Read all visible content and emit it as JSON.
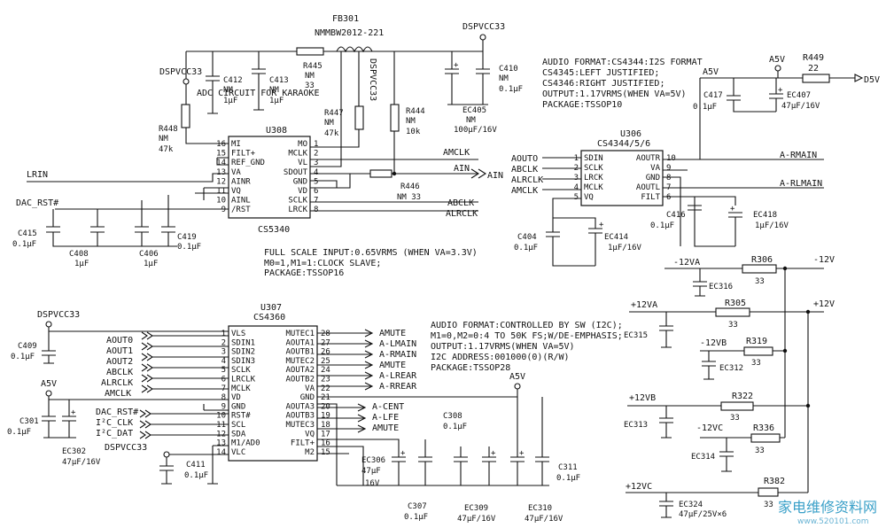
{
  "labels": {
    "fb301": "FB301",
    "fb301_val": "NMMBW2012-221",
    "dspvcc33": "DSPVCC33",
    "dspvcc33_vert": "DSPVCC33",
    "adc_title": "ADC CIRCUIT FOR KARAOKE",
    "c412": "C412",
    "c412_nm": "NM",
    "c412_v": "1μF",
    "c413": "C413",
    "c413_nm": "NM",
    "c413_v": "1μF",
    "r445": "R445",
    "r445_nm": "NM",
    "r445_v": "33",
    "r448": "R448",
    "r448_nm": "NM",
    "r448_v": "47k",
    "r447": "R447",
    "r447_nm": "NM",
    "r447_v": "47k",
    "r444": "R444",
    "r444_nm": "NM",
    "r444_v": "10k",
    "c410": "C410",
    "c410_nm": "NM",
    "c410_v": "0.1μF",
    "ec405": "EC405",
    "ec405_nm": "NM",
    "ec405_v": "100μF/16V",
    "u308": "U308",
    "u308_part": "CS5340",
    "lrin": "LRIN",
    "dac_rst": "DAC_RST#",
    "amclk": "AMCLK",
    "ain": "AIN",
    "abclk": "ABCLK",
    "alrclk": "ALRCLK",
    "r446": "R446",
    "r446_v": "NM 33",
    "c415": "C415",
    "c415_v": "0.1μF",
    "c408": "C408",
    "c408_v": "1μF",
    "c406": "C406",
    "c406_v": "1μF",
    "c419": "C419",
    "c419_v": "0.1μF",
    "note_fs1": "FULL SCALE INPUT:0.65VRMS (WHEN VA=3.3V)",
    "note_fs2": "M0=1,M1=1:CLOCK SLAVE;",
    "note_fs3": "PACKAGE:TSSOP16",
    "af_1": "AUDIO FORMAT:CS4344:I2S FORMAT",
    "af_2": "CS4345:LEFT JUSTIFIED;",
    "af_3": "CS4346:RIGHT JUSTIFIED;",
    "af_4": "OUTPUT:1.17VRMS(WHEN VA=5V)",
    "af_5": "PACKAGE:TSSOP10",
    "a5v": "A5V",
    "r449": "R449",
    "r449_v": "22",
    "d5v": "D5V",
    "c417": "C417",
    "c417_v": "0.1μF",
    "ec407": "EC407",
    "ec407_v": "47μF/16V",
    "u306": "U306",
    "u306_part": "CS4344/5/6",
    "aouto": "AOUTO",
    "a_rmain": "A-RMAIN",
    "a_rlmain": "A-RLMAIN",
    "c416": "C416",
    "c416_v": "0.1μF",
    "ec418": "EC418",
    "ec418_v": "1μF/16V",
    "c404": "C404",
    "c404_v": "0.1μF",
    "ec414": "EC414",
    "ec414_v": "1μF/16V",
    "m12va": "-12VA",
    "r306": "R306",
    "r306_v": "33",
    "m12v": "-12V",
    "ec316": "EC316",
    "p12va": "+12VA",
    "r305": "R305",
    "r305_v": "33",
    "p12v": "+12V",
    "ec315": "EC315",
    "m12vb": "-12VB",
    "r319": "R319",
    "r319_v": "33",
    "ec312": "EC312",
    "p12vb": "+12VB",
    "r322": "R322",
    "r322_v": "33",
    "ec313": "EC313",
    "m12vc": "-12VC",
    "r336": "R336",
    "r336_v": "33",
    "ec314": "EC314",
    "p12vc": "+12VC",
    "r382": "R382",
    "r382_v": "33",
    "ec324": "EC324",
    "ec324_v": "47μF/25V×6",
    "u307": "U307",
    "u307_part": "CS4360",
    "c409": "C409",
    "c409_v": "0.1μF",
    "c301": "C301",
    "c301_v": "0.1μF",
    "ec302": "EC302",
    "ec302_v": "47μF/16V",
    "c411": "C411",
    "c411_v": "0.1μF",
    "in_aout0": "AOUT0",
    "in_aout1": "AOUT1",
    "in_aout2": "AOUT2",
    "in_abclk": "ABCLK",
    "in_alrclk": "ALRCLK",
    "in_amclk": "AMCLK",
    "in_dac_rst": "DAC_RST#",
    "in_i2c_clk": "I²C_CLK",
    "in_i2c_dat": "I²C_DAT",
    "out_amute1": "AMUTE",
    "out_a_lmain": "A-LMAIN",
    "out_a_rmain": "A-RMAIN",
    "out_amute2": "AMUTE",
    "out_a_lrear": "A-LREAR",
    "out_a_rrear": "A-RREAR",
    "out_a_cent": "A-CENT",
    "out_a_lfe": "A-LFE",
    "out_amute3": "AMUTE",
    "af2_1": "AUDIO FORMAT:CONTROLLED BY SW (I2C);",
    "af2_2": "M1=0,M2=0:4 TO 50K FS;W/DE-EMPHASIS;",
    "af2_3": "OUTPUT:1.17VRMS(WHEN VA=5V)",
    "af2_4": "I2C ADDRESS:001000(0)(R/W)",
    "af2_5": "PACKAGE:TSSOP28",
    "c308": "C308",
    "c308_v": "0.1μF",
    "ec306": "EC306",
    "ec306_v1": "47μF",
    "ec306_v2": "16V",
    "c307": "C307",
    "c307_v": "0.1μF",
    "ec309": "EC309",
    "ec309_v": "47μF/16V",
    "ec310": "EC310",
    "ec310_v": "47μF/16V",
    "c311": "C311",
    "c311_v": "0.1μF",
    "watermark_cn": "家电维修资料网",
    "watermark_url": "www.520101.com"
  },
  "chips": {
    "u308_left": [
      [
        "16",
        "MI"
      ],
      [
        "15",
        "FILT+"
      ],
      [
        "14",
        "REF_GND"
      ],
      [
        "13",
        "VA"
      ],
      [
        "12",
        "AINR"
      ],
      [
        "11",
        "VQ"
      ],
      [
        "10",
        "AINL"
      ],
      [
        "9",
        "/RST"
      ]
    ],
    "u308_right": [
      [
        "MO",
        "1"
      ],
      [
        "MCLK",
        "2"
      ],
      [
        "VL",
        "3"
      ],
      [
        "SDOUT",
        "4"
      ],
      [
        "GND",
        "5"
      ],
      [
        "VD",
        "6"
      ],
      [
        "SCLK",
        "7"
      ],
      [
        "LRCK",
        "8"
      ]
    ],
    "u306_left": [
      [
        "1",
        "SDIN"
      ],
      [
        "2",
        "SCLK"
      ],
      [
        "3",
        "LRCK"
      ],
      [
        "4",
        "MCLK"
      ],
      [
        "5",
        "VQ"
      ]
    ],
    "u306_right": [
      [
        "AOUTR",
        "10"
      ],
      [
        "VA",
        "9"
      ],
      [
        "GND",
        "8"
      ],
      [
        "AOUTL",
        "7"
      ],
      [
        "FILT",
        "6"
      ]
    ],
    "u307_left": [
      [
        "1",
        "VLS"
      ],
      [
        "2",
        "SDIN1"
      ],
      [
        "3",
        "SDIN2"
      ],
      [
        "4",
        "SDIN3"
      ],
      [
        "5",
        "SCLK"
      ],
      [
        "6",
        "LRCLK"
      ],
      [
        "7",
        "MCLK"
      ],
      [
        "8",
        "VD"
      ],
      [
        "9",
        "GND"
      ],
      [
        "10",
        "RST#"
      ],
      [
        "11",
        "SCL"
      ],
      [
        "12",
        "SDA"
      ],
      [
        "13",
        "M1/AD0"
      ],
      [
        "14",
        "VLC"
      ]
    ],
    "u307_right": [
      [
        "MUTEC1",
        "28"
      ],
      [
        "AOUTA1",
        "27"
      ],
      [
        "AOUTB1",
        "26"
      ],
      [
        "MUTEC2",
        "25"
      ],
      [
        "AOUTA2",
        "24"
      ],
      [
        "AOUTB2",
        "23"
      ],
      [
        "VA",
        "22"
      ],
      [
        "GND",
        "21"
      ],
      [
        "AOUTA3",
        "20"
      ],
      [
        "AOUTB3",
        "19"
      ],
      [
        "MUTEC3",
        "18"
      ],
      [
        "VQ",
        "17"
      ],
      [
        "FILT+",
        "16"
      ],
      [
        "M2",
        "15"
      ]
    ]
  }
}
